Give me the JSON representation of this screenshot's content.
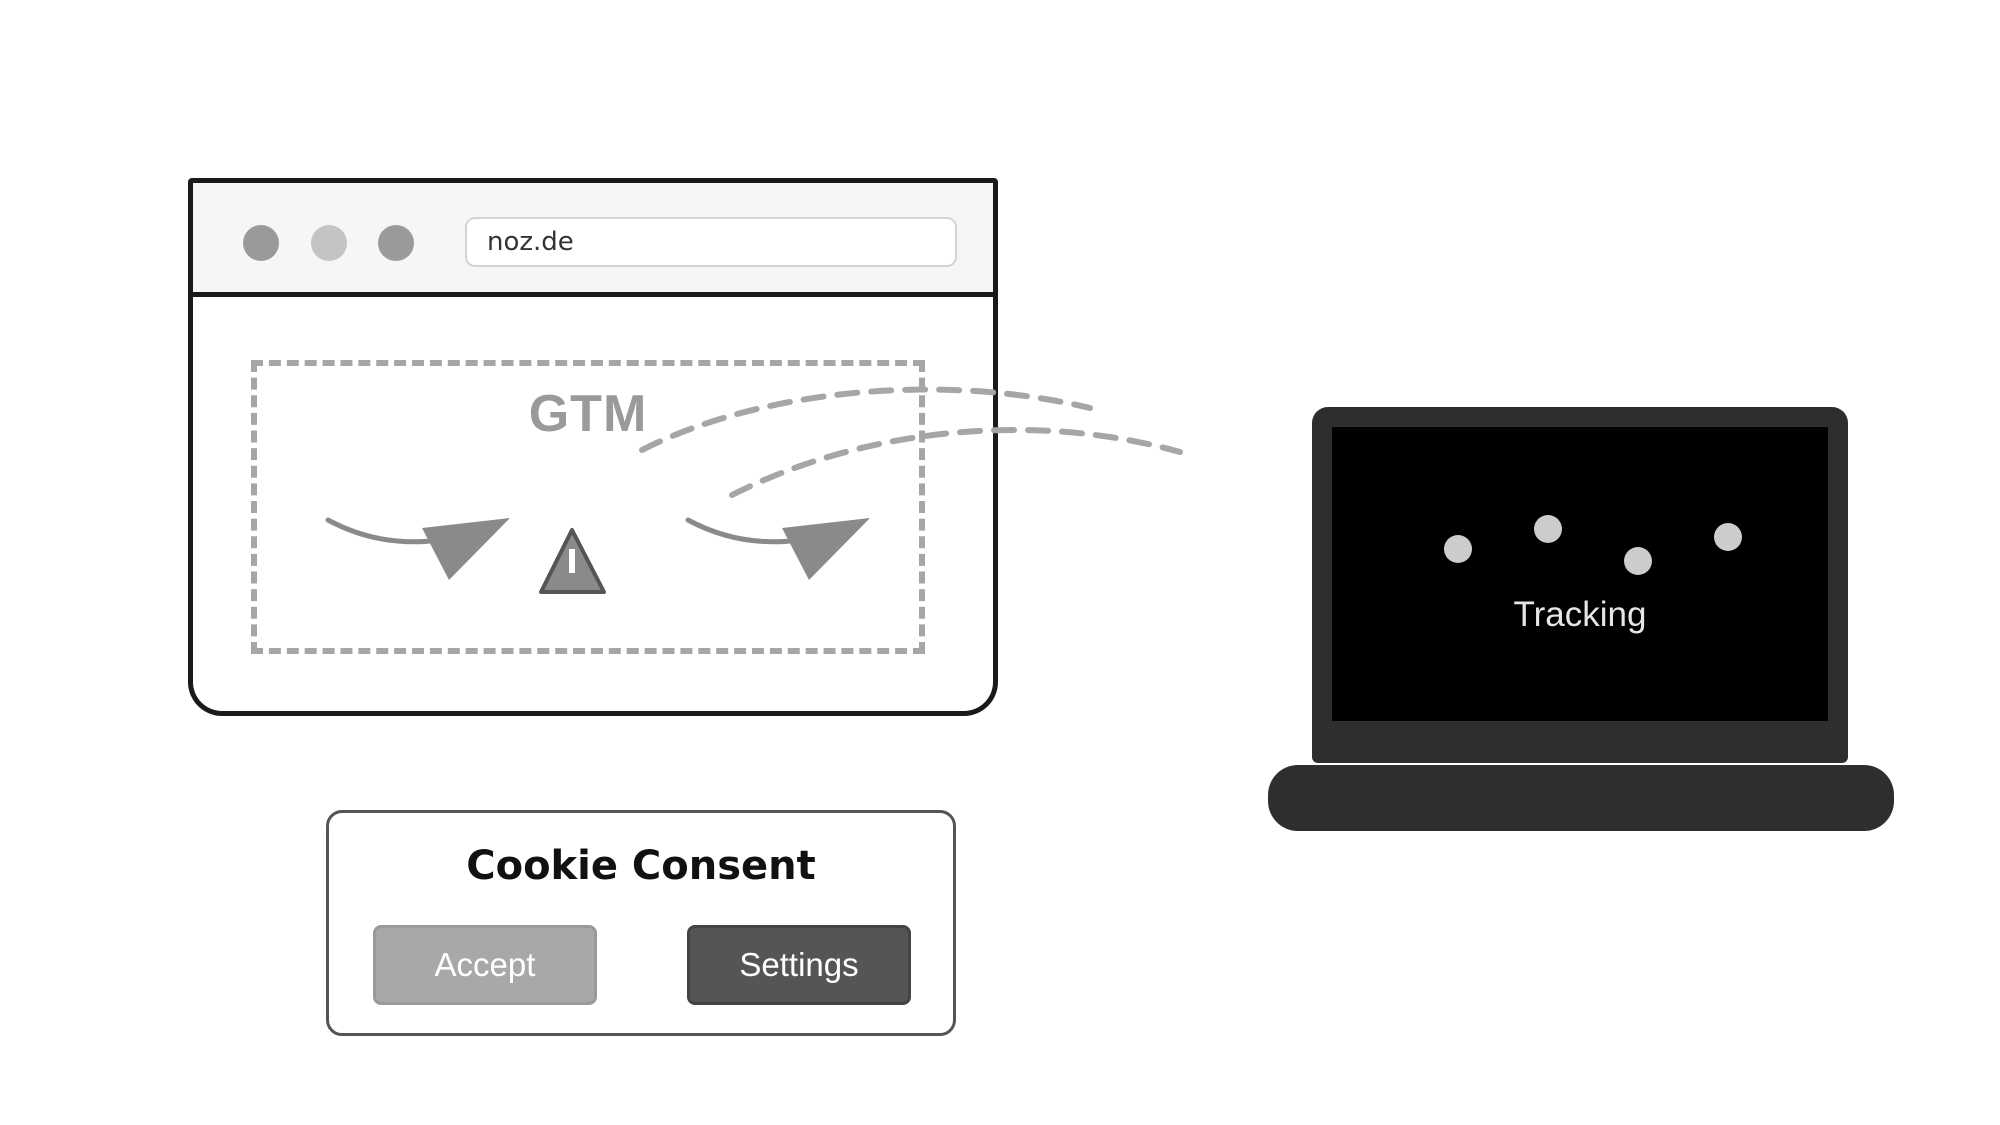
{
  "browser": {
    "url": "noz.de",
    "window_buttons": [
      "close",
      "minimize",
      "maximize"
    ]
  },
  "gtm": {
    "label": "GTM"
  },
  "laptop": {
    "screen_label": "Tracking"
  },
  "cookie_consent": {
    "title": "Cookie Consent",
    "accept_label": "Accept",
    "settings_label": "Settings"
  },
  "colors": {
    "outline": "#1a1a1a",
    "dashed_gray": "#a6a6a6",
    "laptop_body": "#2e2e2e",
    "screen": "#000000",
    "accept_button": "#a8a8a8",
    "settings_button": "#555555"
  },
  "icons": [
    "warning-icon",
    "arrow-icon",
    "data-flow-line"
  ]
}
